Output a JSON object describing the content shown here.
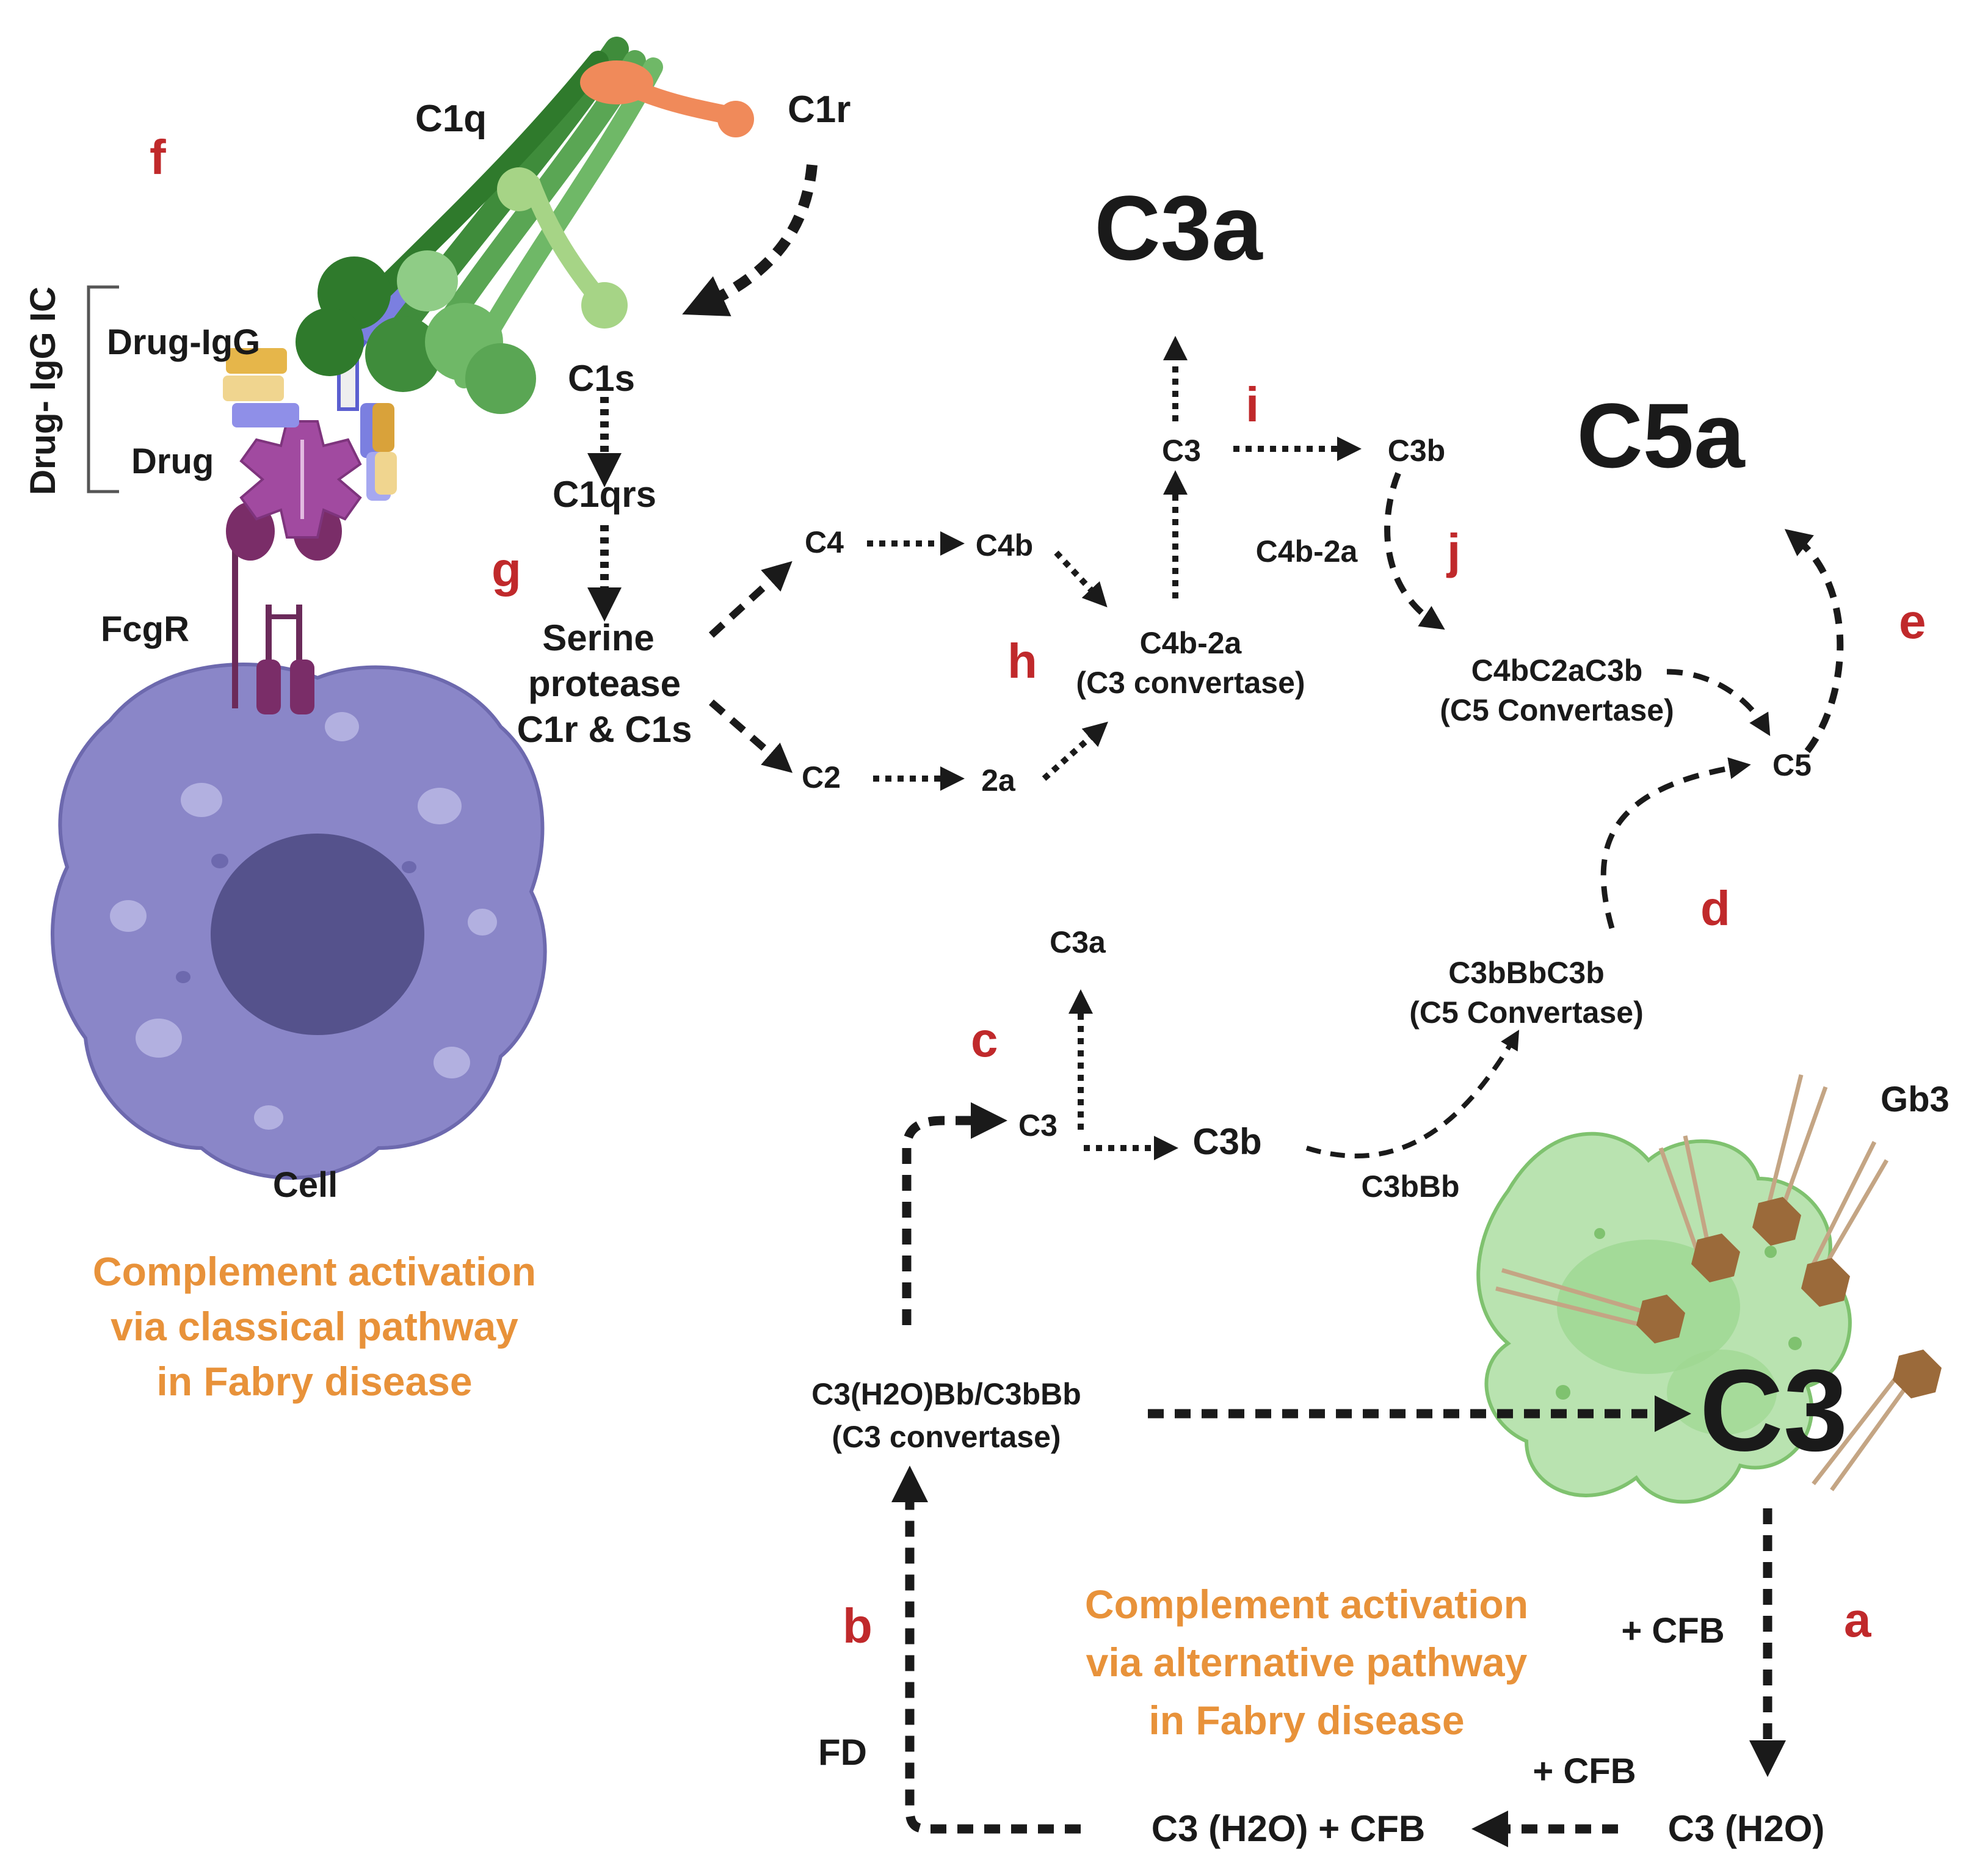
{
  "labels": {
    "c1q": "C1q",
    "c1r": "C1r",
    "c1s": "C1s",
    "c1qrs": "C1qrs",
    "serine_1": "Serine",
    "serine_2": "protease",
    "serine_3": "C1r & C1s",
    "drug_igg_ic": "Drug- IgG IC",
    "drug_igg": "Drug-IgG",
    "drug": "Drug",
    "fcgr": "FcgR",
    "cell": "Cell",
    "c3a_big": "C3a",
    "c5a_big": "C5a",
    "c3_top": "C3",
    "c3b_top": "C3b",
    "c4b2a_mid": "C4b-2a",
    "c4": "C4",
    "c4b": "C4b",
    "c2": "C2",
    "two_a": "2a",
    "c3conv_1": "C4b-2a",
    "c3conv_2": "(C3 convertase)",
    "c5conv_cl_1": "C4bC2aC3b",
    "c5conv_cl_2": "(C5 Convertase)",
    "c5": "C5",
    "c3a_small": "C3a",
    "c3_alt": "C3",
    "c3b_alt": "C3b",
    "c3bbb": "C3bBb",
    "c5conv_alt_1": "C3bBbC3b",
    "c5conv_alt_2": "(C5 Convertase)",
    "gb3": "Gb3",
    "c3_cell": "C3",
    "c3conv_alt_1": "C3(H2O)Bb/C3bBb",
    "c3conv_alt_2": "(C3 convertase)",
    "cfb_1": "+ CFB",
    "cfb_2": "+ CFB",
    "fd": "FD",
    "c3h2o": "C3 (H2O)",
    "c3h2o_cfb": "C3 (H2O) + CFB"
  },
  "letters": {
    "a": "a",
    "b": "b",
    "c": "c",
    "d": "d",
    "e": "e",
    "f": "f",
    "g": "g",
    "h": "h",
    "i": "i",
    "j": "j"
  },
  "captions": {
    "classical_1": "Complement activation",
    "classical_2": "via classical pathway",
    "classical_3": "in Fabry disease",
    "alternative_1": "Complement activation",
    "alternative_2": "via alternative pathway",
    "alternative_3": "in Fabry disease"
  },
  "colors": {
    "letter": "#c0292b",
    "caption": "#e8923a",
    "cell_body": "#8a86c8",
    "c1q": "#4ea04a",
    "c1r": "#f08a5a",
    "fabry_cell": "#b9e3b0",
    "gb3_head": "#9b6a3a"
  }
}
